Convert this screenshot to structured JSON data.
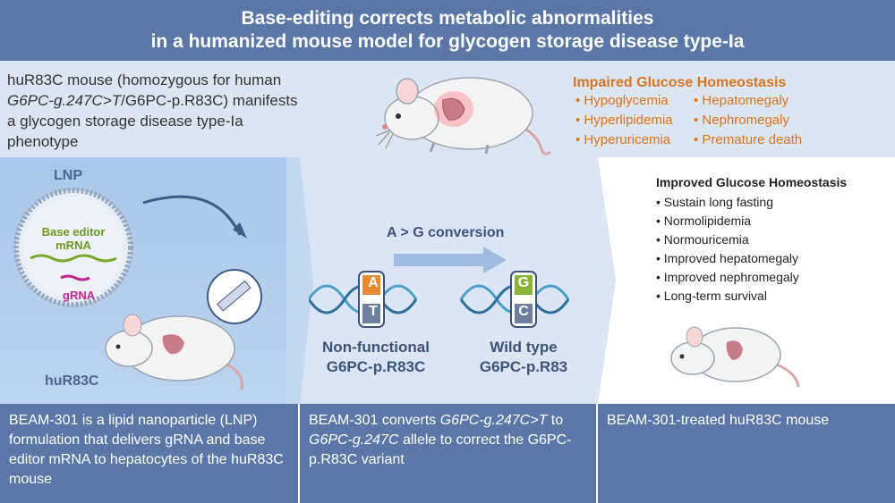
{
  "title": {
    "line1": "Base-editing corrects metabolic abnormalities",
    "line2": "in a humanized mouse model for glycogen storage disease type-Ia"
  },
  "intro": {
    "text_a": "huR83C mouse (homozygous for human",
    "text_b_italic": "G6PC-g.247C>T",
    "text_b_rest": "/G6PC-p.R83C) manifests",
    "text_c": "a glycogen storage disease type-Ia",
    "text_d": "phenotype"
  },
  "impaired": {
    "title": "Impaired Glucose Homeostasis",
    "col1": [
      "Hypoglycemia",
      "Hyperlipidemia",
      "Hyperuricemia"
    ],
    "col2": [
      "Hepatomegaly",
      "Nephromegaly",
      "Premature death"
    ]
  },
  "panel1": {
    "lnp_label": "LNP",
    "base_editor": "Base editor",
    "mrna": "mRNA",
    "grna": "gRNA",
    "mouse_label": "huR83C"
  },
  "panel2": {
    "conversion": "A > G conversion",
    "left_top_base": "A",
    "left_bottom_base": "T",
    "right_top_base": "G",
    "right_bottom_base": "C",
    "left_label_1": "Non-functional",
    "left_label_2": "G6PC-p.R83C",
    "right_label_1": "Wild type",
    "right_label_2": "G6PC-p.R83"
  },
  "improved": {
    "title": "Improved Glucose Homeostasis",
    "items": [
      "Sustain long fasting",
      "Normolipidemia",
      "Normouricemia",
      "Improved hepatomegaly",
      "Improved nephromegaly",
      "Long-term survival"
    ]
  },
  "footer": {
    "left": "BEAM-301 is a lipid nanoparticle (LNP) formulation that delivers gRNA and base editor mRNA to hepatocytes of the huR83C mouse",
    "mid_a": "BEAM-301 converts ",
    "mid_b_italic": "G6PC-g.247C>T",
    "mid_c": " to ",
    "mid_d_italic": "G6PC-g.247C",
    "mid_e": " allele to correct the G6PC-p.R83C variant",
    "right": "BEAM-301-treated huR83C mouse"
  },
  "colors": {
    "header_blue": "#5b77a7",
    "orange": "#d9731e",
    "green": "#6a9a1f",
    "magenta": "#c0268f"
  }
}
